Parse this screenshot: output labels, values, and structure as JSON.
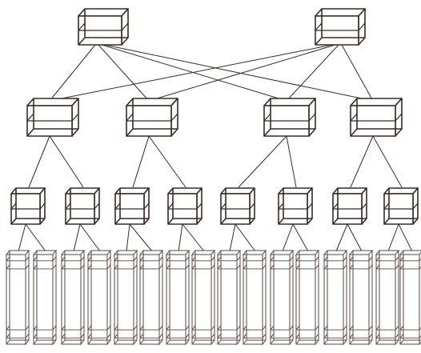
{
  "diagram": {
    "layers": [
      {
        "role": "core",
        "node_count": 2
      },
      {
        "role": "aggregation",
        "node_count": 4
      },
      {
        "role": "edge",
        "node_count": 8
      },
      {
        "role": "server-rack",
        "node_count": 16
      }
    ],
    "colors": {
      "line": "#3a2a26",
      "rack_line": "#5a4440",
      "background": "#ffffff"
    }
  }
}
